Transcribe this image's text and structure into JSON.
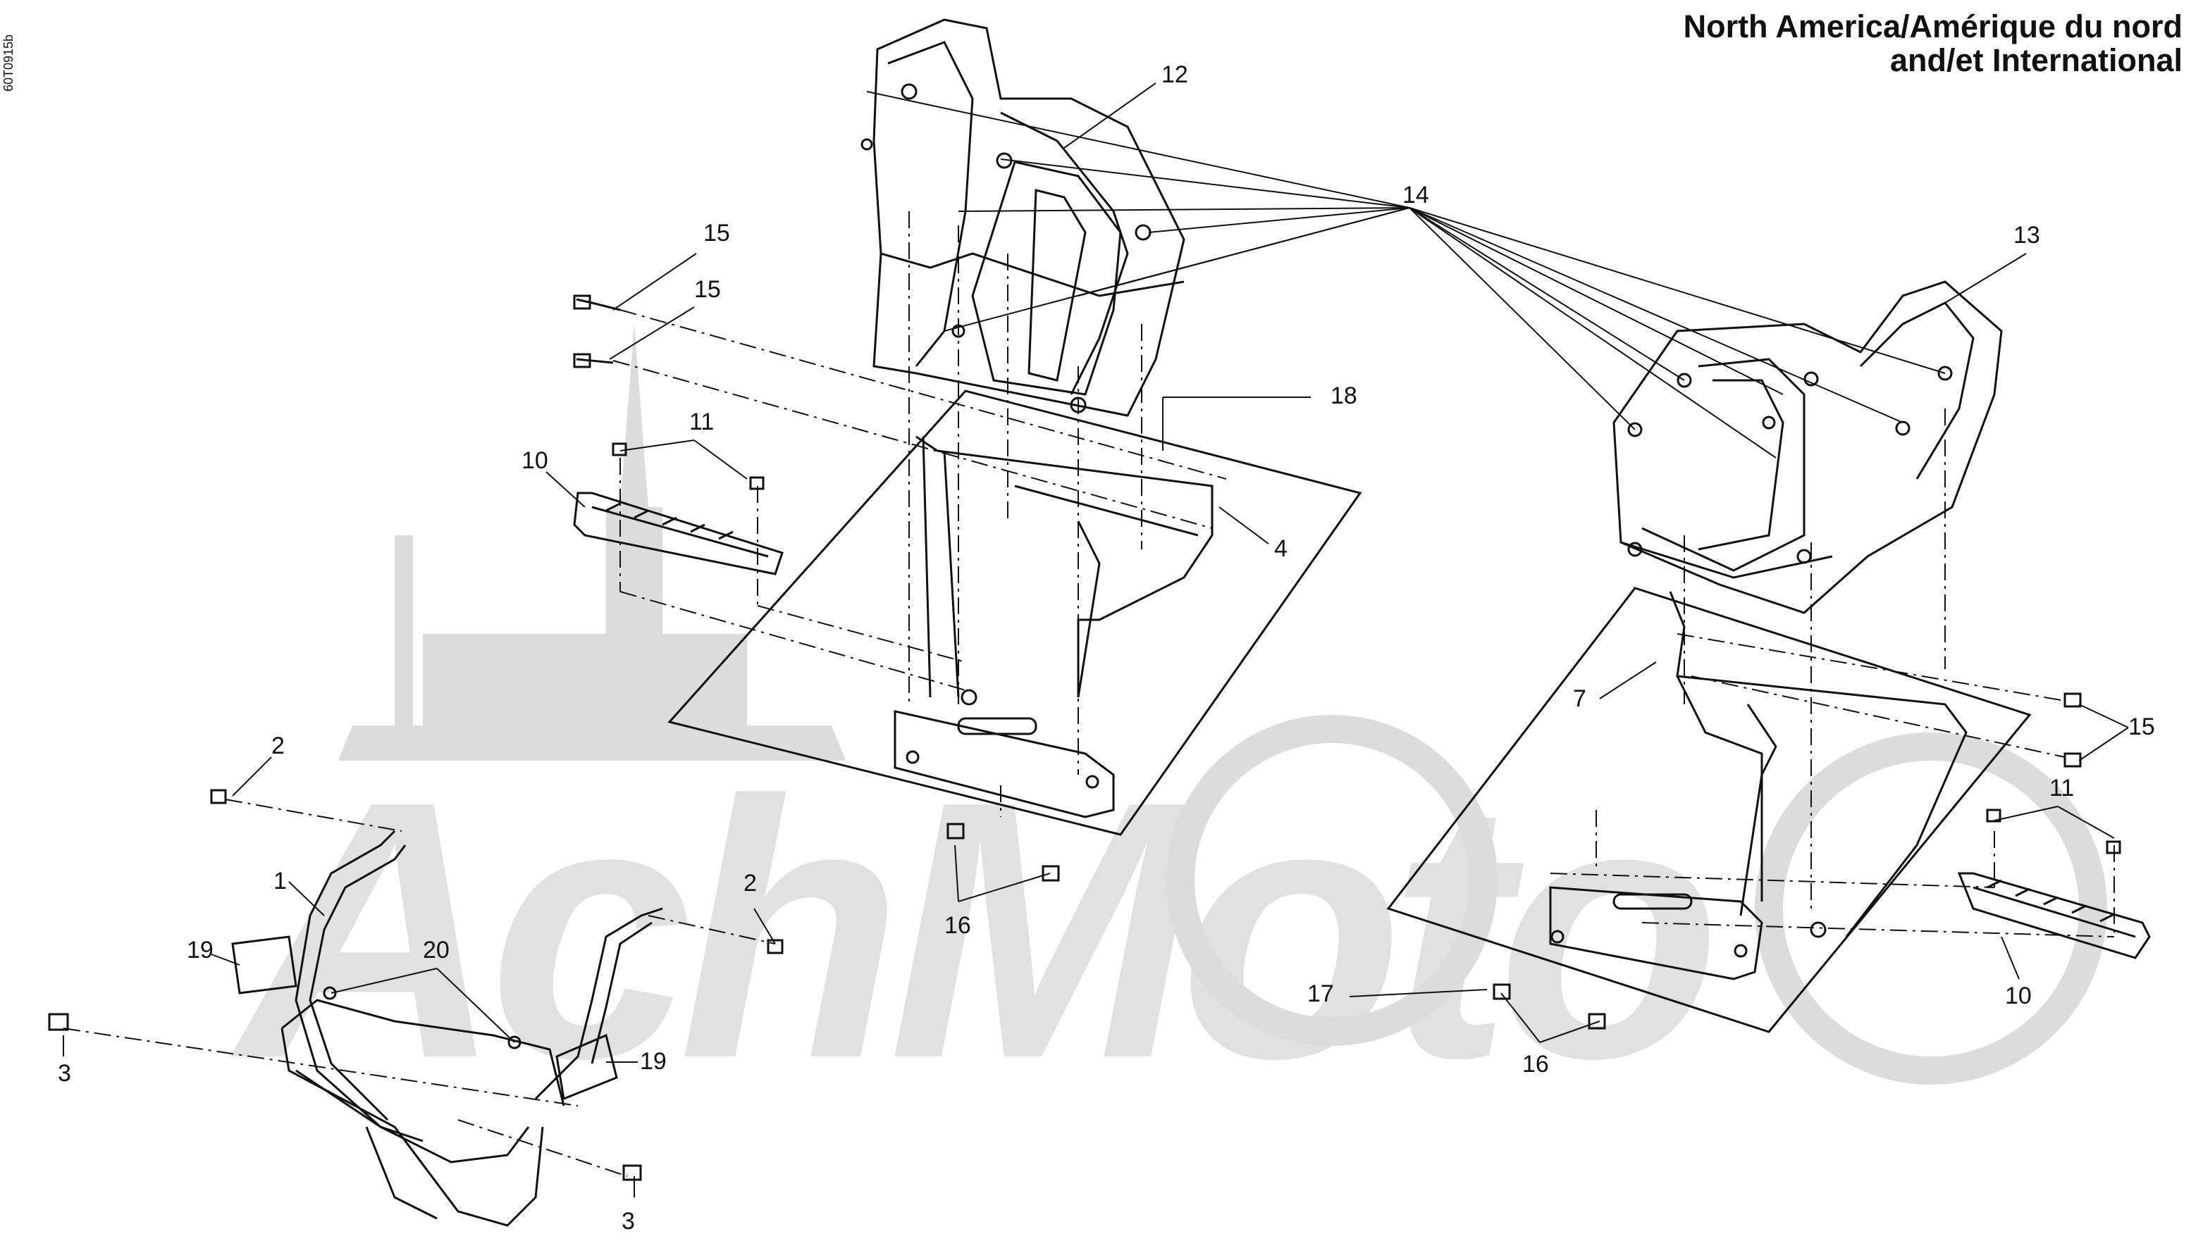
{
  "title": {
    "line1": "North America/Amérique du nord",
    "line2": "and/et International"
  },
  "reference_code": "60T0915b",
  "watermark_text": "AchMoto",
  "callouts": [
    {
      "id": "c12",
      "label": "12"
    },
    {
      "id": "c14",
      "label": "14"
    },
    {
      "id": "c13",
      "label": "13"
    },
    {
      "id": "c15a",
      "label": "15"
    },
    {
      "id": "c15b",
      "label": "15"
    },
    {
      "id": "c18",
      "label": "18"
    },
    {
      "id": "c11a",
      "label": "11"
    },
    {
      "id": "c10a",
      "label": "10"
    },
    {
      "id": "c4",
      "label": "4"
    },
    {
      "id": "c7",
      "label": "7"
    },
    {
      "id": "c15c",
      "label": "15"
    },
    {
      "id": "c11b",
      "label": "11"
    },
    {
      "id": "c2a",
      "label": "2"
    },
    {
      "id": "c16a",
      "label": "16"
    },
    {
      "id": "c1",
      "label": "1"
    },
    {
      "id": "c2b",
      "label": "2"
    },
    {
      "id": "c19a",
      "label": "19"
    },
    {
      "id": "c20",
      "label": "20"
    },
    {
      "id": "c17",
      "label": "17"
    },
    {
      "id": "c10b",
      "label": "10"
    },
    {
      "id": "c3a",
      "label": "3"
    },
    {
      "id": "c19b",
      "label": "19"
    },
    {
      "id": "c16b",
      "label": "16"
    },
    {
      "id": "c3b",
      "label": "3"
    }
  ],
  "colors": {
    "line": "#111111",
    "watermark": "#dcdcdc",
    "background": "#ffffff"
  }
}
